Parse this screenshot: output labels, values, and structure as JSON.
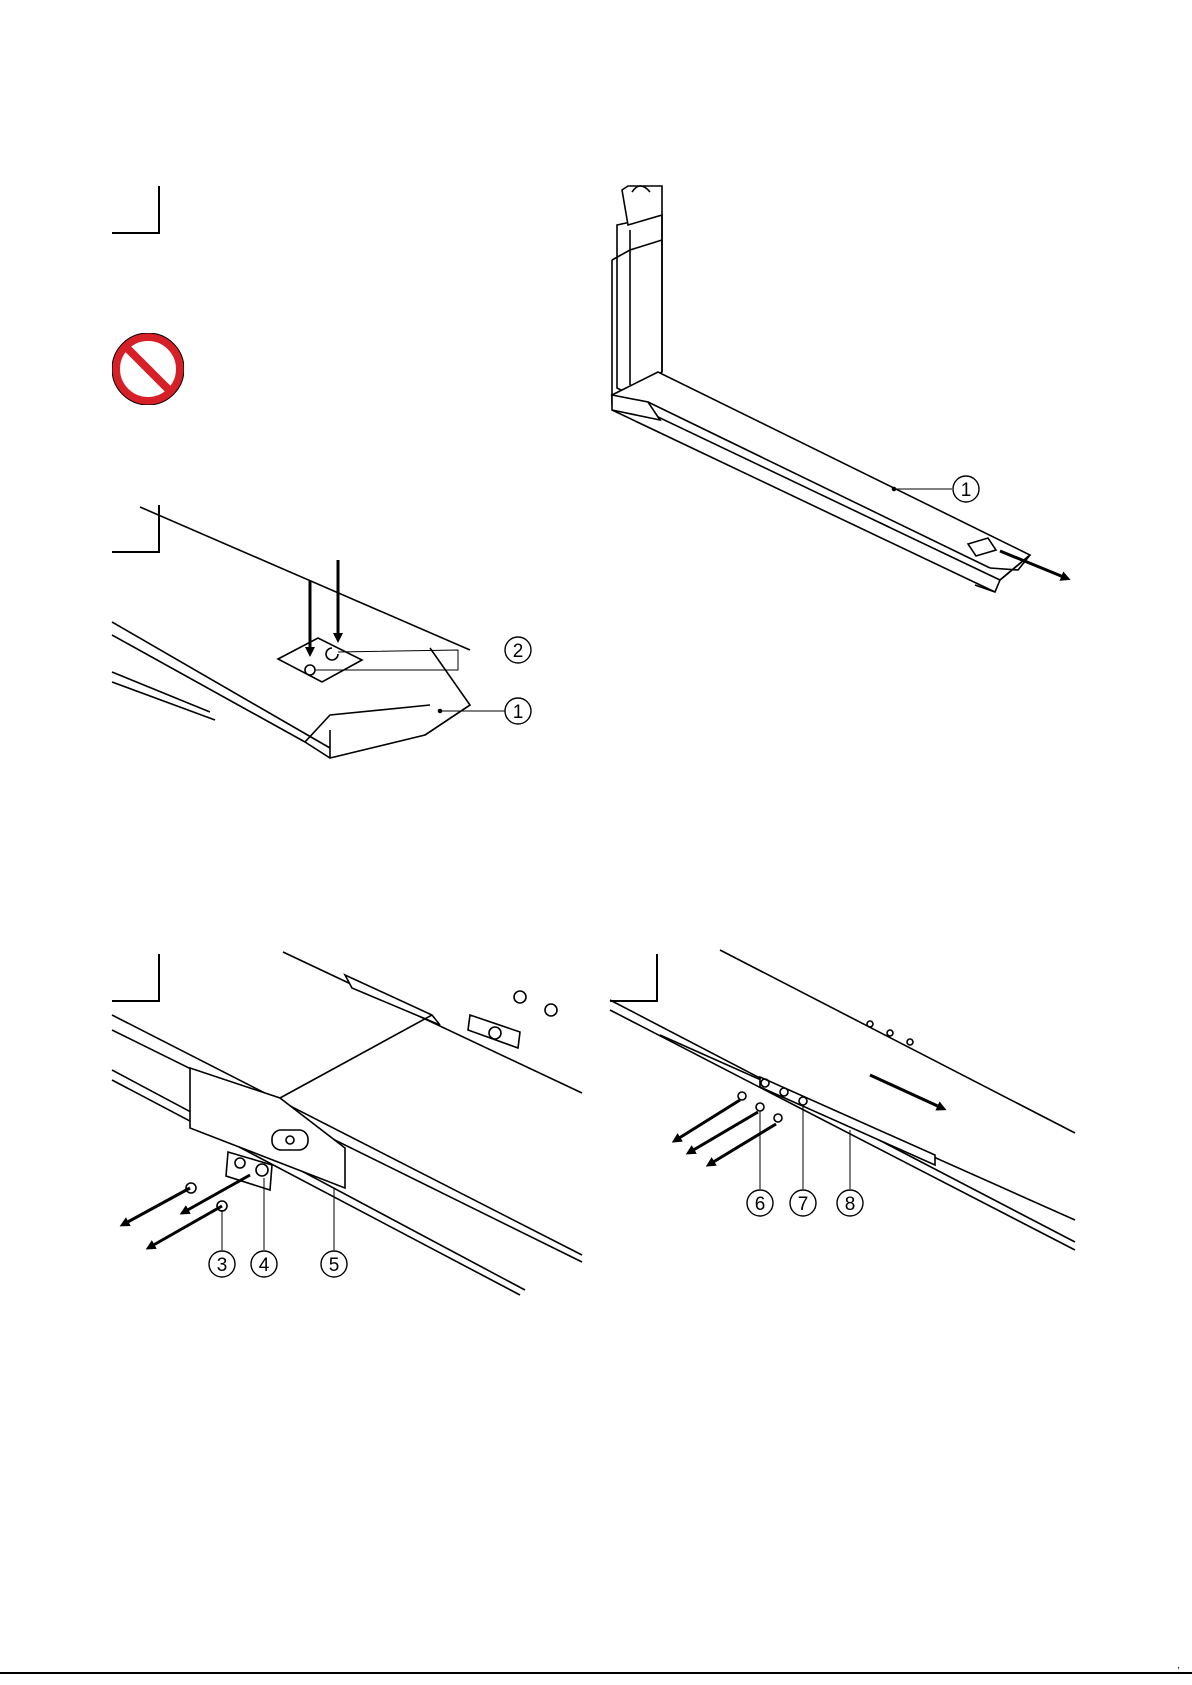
{
  "callouts": {
    "c1": "1",
    "c2": "2",
    "c3": "3",
    "c4": "4",
    "c5": "5",
    "c6": "6",
    "c7": "7",
    "c8": "8"
  },
  "page_mark": ","
}
